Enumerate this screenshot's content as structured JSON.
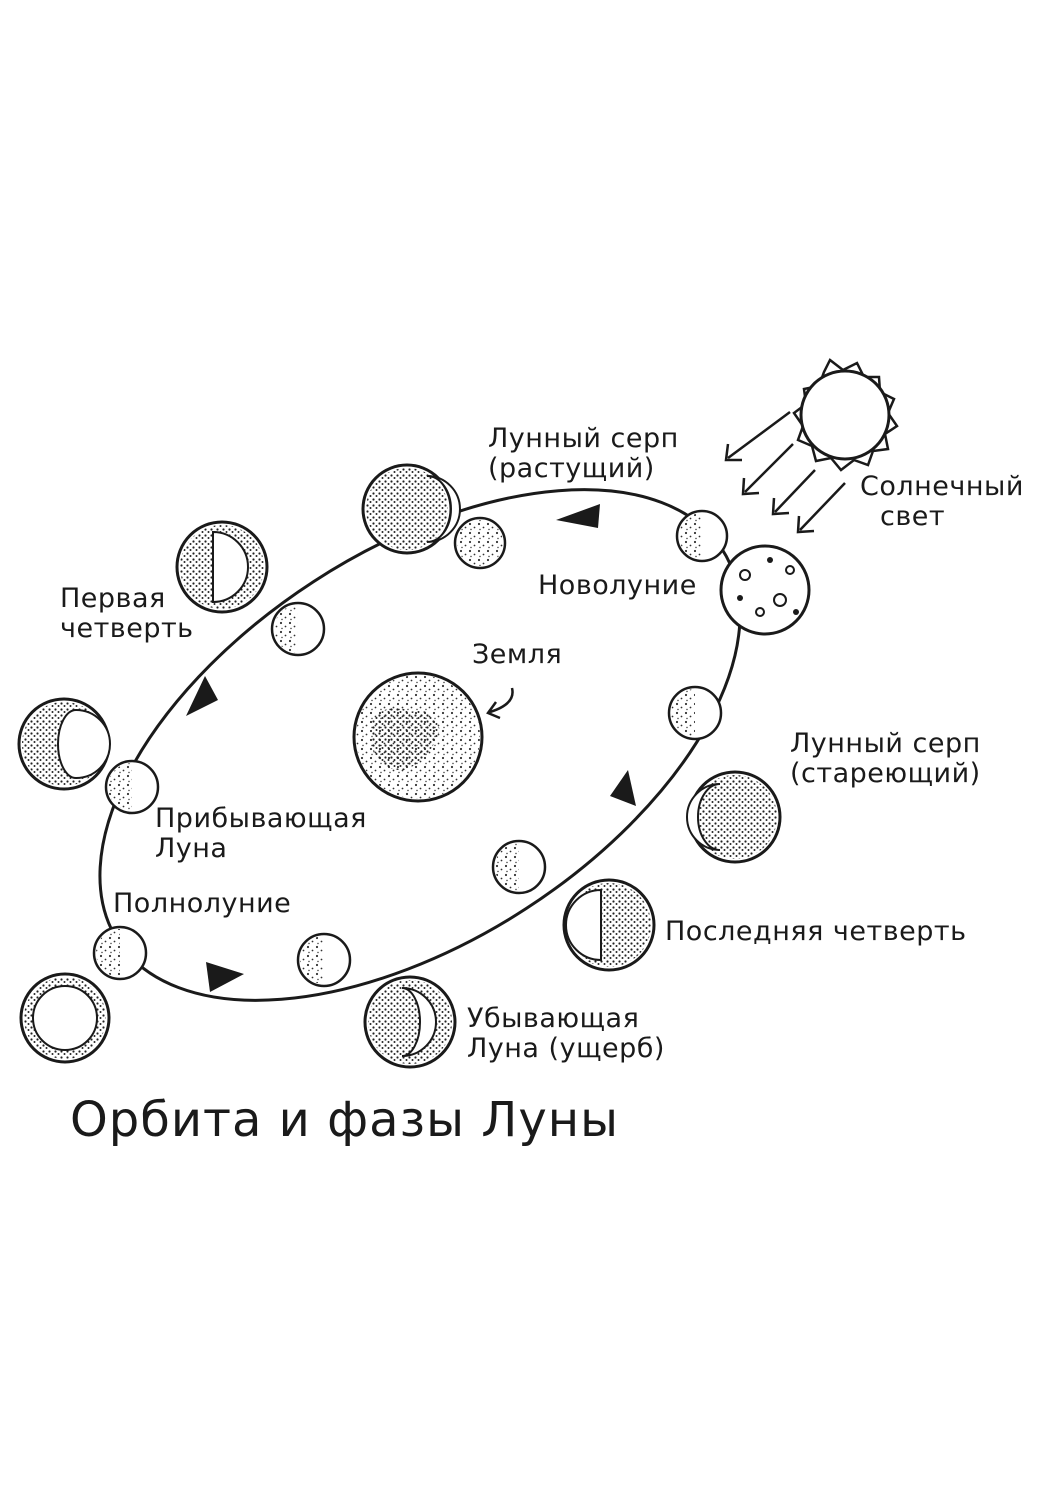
{
  "title": "Орбита и фазы Луны",
  "labels": {
    "waxing_crescent": [
      "Лунный серп",
      "(растущий)"
    ],
    "sunlight": [
      "Солнечный",
      "свет"
    ],
    "new_moon": "Новолуние",
    "earth": "Земля",
    "first_quarter": [
      "Первая",
      "четверть"
    ],
    "waxing_gibbous": [
      "Прибывающая",
      "Луна"
    ],
    "full_moon": "Полнолуние",
    "waning_crescent": [
      "Лунный серп",
      "(стареющий)"
    ],
    "last_quarter": "Последняя четверть",
    "waning_gibbous": [
      "Убывающая",
      "Луна (ущерб)"
    ]
  },
  "colors": {
    "ink": "#1a1a1a",
    "paper": "#ffffff",
    "stipple": "#333333"
  },
  "icons": [
    "sun-icon",
    "earth-icon",
    "moon-phase-icon",
    "orbit-arrow-icon",
    "sunlight-arrow-icon"
  ]
}
